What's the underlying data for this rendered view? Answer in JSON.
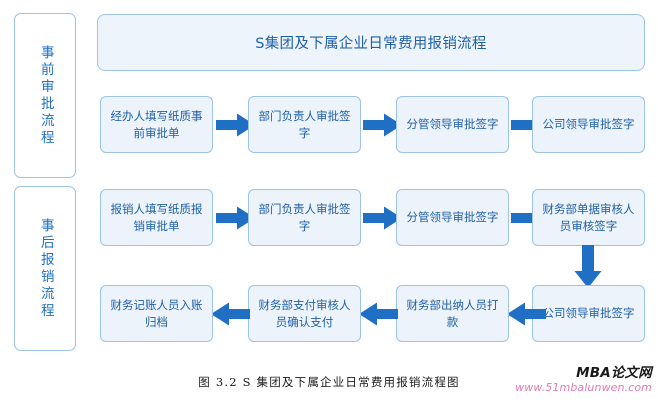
{
  "figure": {
    "title": "S集团及下属企业日常费用报销流程",
    "caption": "图 3.2 S 集团及下属企业日常费用报销流程图",
    "colors": {
      "node_fill": "#EDF3FA",
      "node_border": "#9DC3E6",
      "node_text": "#1F5FA8",
      "arrow": "#1F6FC4",
      "banner_fill": "#EDF4FB",
      "phase_text": "#1F6FC4",
      "watermark_url": "#E07BB0"
    }
  },
  "phases": [
    {
      "id": "pre-approval",
      "label": "事前审批流程"
    },
    {
      "id": "post-reimbursement",
      "label": "事后报销流程"
    }
  ],
  "pre_approval_row": [
    {
      "id": "pre-1",
      "label": "经办人填写纸质事前审批单"
    },
    {
      "id": "pre-2",
      "label": "部门负责人审批签字"
    },
    {
      "id": "pre-3",
      "label": "分管领导审批签字"
    },
    {
      "id": "pre-4",
      "label": "公司领导审批签字"
    }
  ],
  "post_row_top": [
    {
      "id": "post-1",
      "label": "报销人填写纸质报销审批单"
    },
    {
      "id": "post-2",
      "label": "部门负责人审批签字"
    },
    {
      "id": "post-3",
      "label": "分管领导审批签字"
    },
    {
      "id": "post-4",
      "label": "财务部单据审核人员审核签字"
    }
  ],
  "post_row_bottom": [
    {
      "id": "post-8",
      "label": "财务记账人员入账归档"
    },
    {
      "id": "post-7",
      "label": "财务部支付审核人员确认支付"
    },
    {
      "id": "post-6",
      "label": "财务部出纳人员打款"
    },
    {
      "id": "post-5",
      "label": "公司领导审批签字"
    }
  ],
  "arrows": {
    "right": "arrow-right-icon",
    "left": "arrow-left-icon",
    "down": "arrow-down-icon"
  },
  "watermark": {
    "brand": "MBA论文网",
    "url": "www.51mbalunwen.com"
  }
}
